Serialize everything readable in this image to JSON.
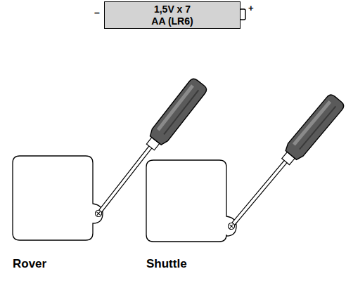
{
  "diagram": {
    "nodes": [
      {
        "text": [
          "1,5V x 7 AA (LR6)"
        ]
      }
    ],
    "labels": [
      "–",
      "+",
      "Rover",
      "Shuttle"
    ]
  }
}
